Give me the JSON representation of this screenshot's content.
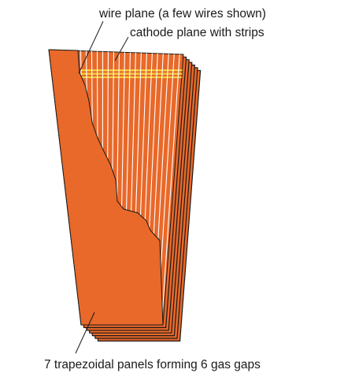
{
  "labels": {
    "wire_plane": "wire plane (a few wires shown)",
    "cathode_plane": "cathode plane with strips",
    "panels": "7 trapezoidal panels forming 6 gas gaps"
  },
  "diagram": {
    "panel_count": 7,
    "gas_gap_count": 6,
    "colors": {
      "panel_fill": "#E8692A",
      "panel_edge": "#1a1a1a",
      "wires": "#ffffff",
      "cathode_strips": "#F2D23A",
      "text": "#1a1a1a"
    }
  }
}
